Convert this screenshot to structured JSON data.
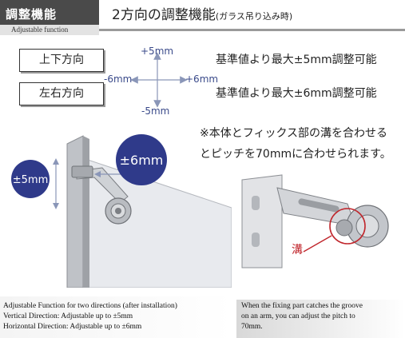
{
  "header": {
    "badge_title": "調整機能",
    "badge_subtitle": "Adjustable function",
    "title_main": "2方向の調整機能",
    "title_note": "(ガラス吊り込み時)"
  },
  "directions": {
    "vertical_label": "上下方向",
    "horizontal_label": "左右方向",
    "up": "+5mm",
    "down": "-5mm",
    "left": "-6mm",
    "right": "+6mm"
  },
  "specs": {
    "vertical": "基準値より最大±5mm調整可能",
    "horizontal": "基準値より最大±6mm調整可能"
  },
  "note": {
    "line1": "※本体とフィックス部の溝を合わせる",
    "line2": "とピッチを70mmに合わせられます。"
  },
  "illustration": {
    "badge_vertical": "±5mm",
    "badge_horizontal": "±6mm",
    "groove_label": "溝",
    "accent_color": "#2f3a8a",
    "groove_color": "#c0262c"
  },
  "english": {
    "left_line1": "Adjustable Function for two directions (after installation)",
    "left_line2": "Vertical Direction: Adjustable up to ±5mm",
    "left_line3": "Horizontal Direction: Adjustable up to ±6mm",
    "right_line1": "When the fixing part catches the groove",
    "right_line2": "on an arm, you can adjust the pitch to",
    "right_line3": "70mm."
  }
}
